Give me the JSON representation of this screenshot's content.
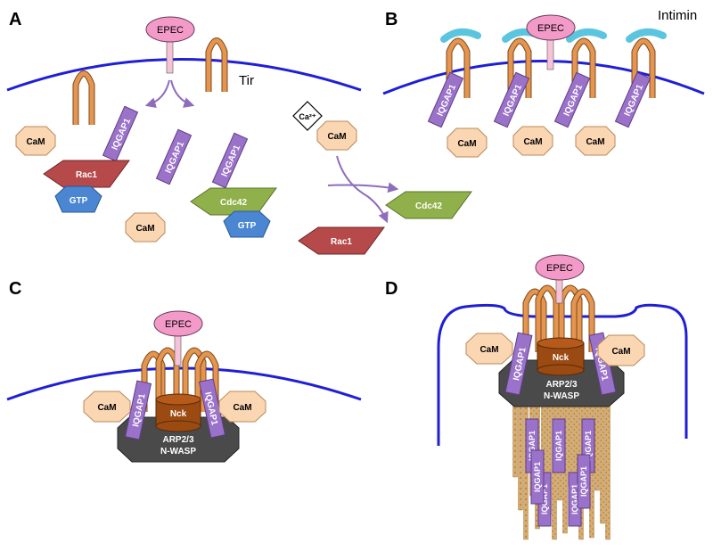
{
  "panels": {
    "a": "A",
    "b": "B",
    "c": "C",
    "d": "D"
  },
  "labels": {
    "epec": "EPEC",
    "tir": "Tir",
    "intimin": "Intimin",
    "cam": "CaM",
    "rac1": "Rac1",
    "gtp": "GTP",
    "cdc42": "Cdc42",
    "iqgap1": "IQGAP1",
    "calcium": "Ca²⁺",
    "nck": "Nck",
    "arp_line1": "ARP2/3",
    "arp_line2": "N-WASP"
  },
  "colors": {
    "membrane": "#1f1fd6",
    "tir": "#e5954f",
    "iqgap1": "#9b72c9",
    "cam": "#fbd6b3",
    "rac1": "#b64a4a",
    "cdc42": "#8fb04a",
    "gtp": "#4a86d1",
    "epec": "#f49ac9",
    "intimin": "#5bc5e0",
    "nck": "#9b4a12",
    "arp": "#4a4a4a",
    "arrow": "#8e6dbb",
    "actin": "#d8ac6c"
  }
}
